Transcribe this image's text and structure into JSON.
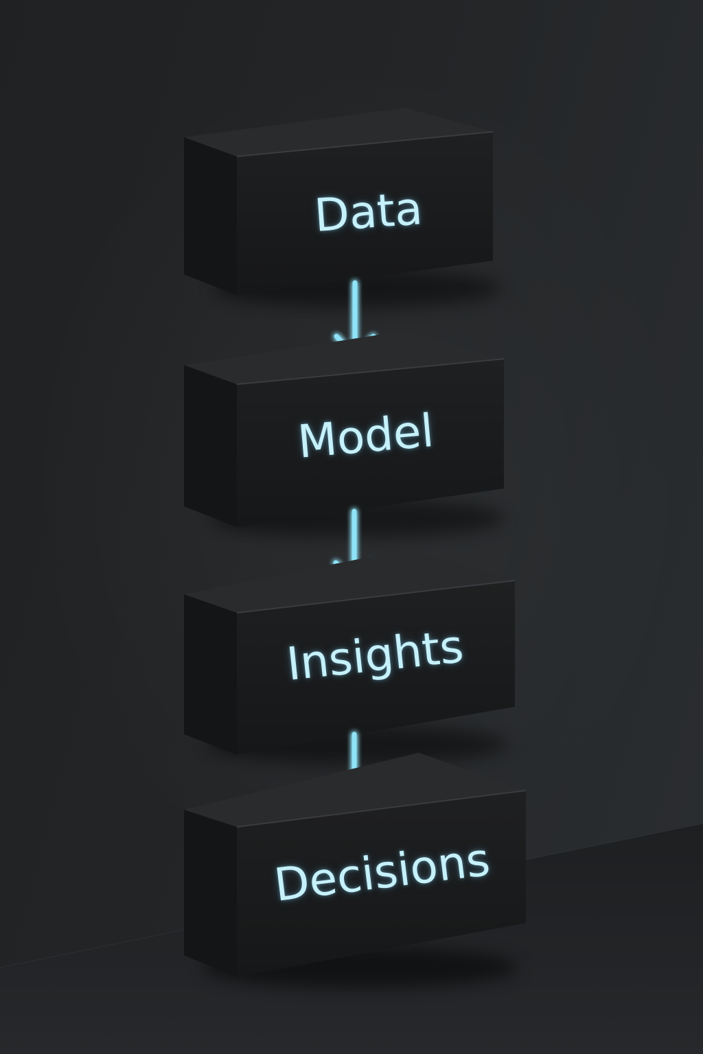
{
  "diagram": {
    "steps": [
      {
        "label": "Data"
      },
      {
        "label": "Model"
      },
      {
        "label": "Insights"
      },
      {
        "label": "Decisions"
      }
    ],
    "colors": {
      "background": "#232527",
      "block_face": "#1b1c1d",
      "block_top": "#2a2b2d",
      "block_side": "#141516",
      "label_text": "#c6f1fb",
      "arrow_glow": "#7fdcf5"
    },
    "connector_icon": "arrow-down-icon"
  }
}
